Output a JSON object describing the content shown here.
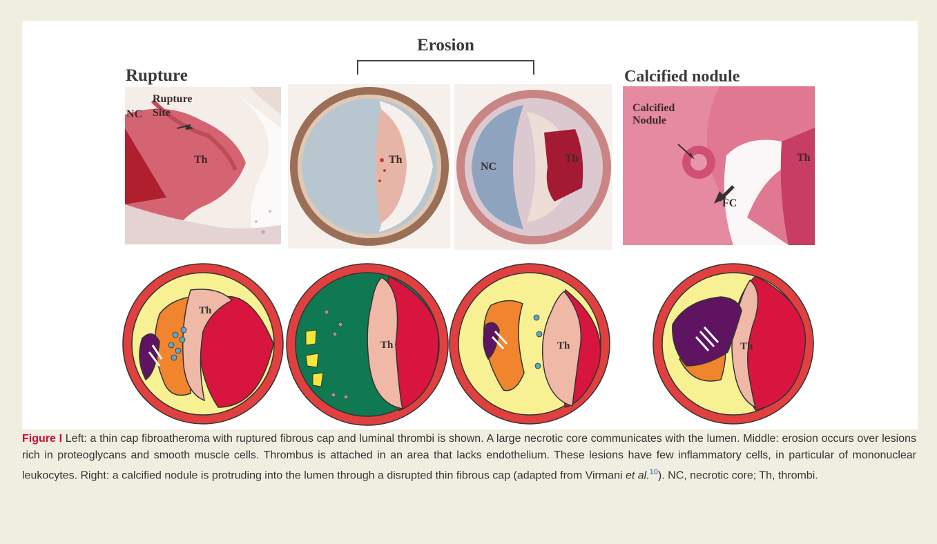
{
  "panel_titles": {
    "rupture": "Rupture",
    "erosion": "Erosion",
    "calcified_nodule": "Calcified nodule"
  },
  "photo_labels": {
    "rupture_site_line1": "Rupture",
    "rupture_site_line2": "Site",
    "nc": "NC",
    "th": "Th",
    "calcified_line1": "Calcified",
    "calcified_line2": "Nodule",
    "fc": "FC"
  },
  "diagram_labels": {
    "th": "Th"
  },
  "colors": {
    "caption_accent": "#c8102e",
    "reference_link": "#1f5fa8",
    "vessel_wall": "#e0403f",
    "lumen": "#d8153e",
    "intima": "#f7f194",
    "thrombus": "#f0b8a6",
    "smooth_muscle": "#f0852e",
    "necrotic_core": "#5e1460",
    "proteoglycan": "#0f7a51"
  },
  "caption": {
    "figure_label": "Figure I",
    "part1": "Left: a thin cap fibroatheroma with ruptured fibrous cap and luminal thrombi is shown. A large necrotic core communicates with the lumen. Middle: erosion occurs over lesions rich in proteoglycans and smooth muscle cells. Thrombus is attached in an area that lacks endothelium. These lesions have few inflammatory cells, in particular of mononuclear leukocytes. Right: a calcified nodule is protruding into the lumen through a disrupted thin fibrous cap (adapted from Virmani ",
    "et_al": "et al.",
    "ref_number": "10",
    "part2": "). NC, necrotic core; Th, thrombi."
  }
}
